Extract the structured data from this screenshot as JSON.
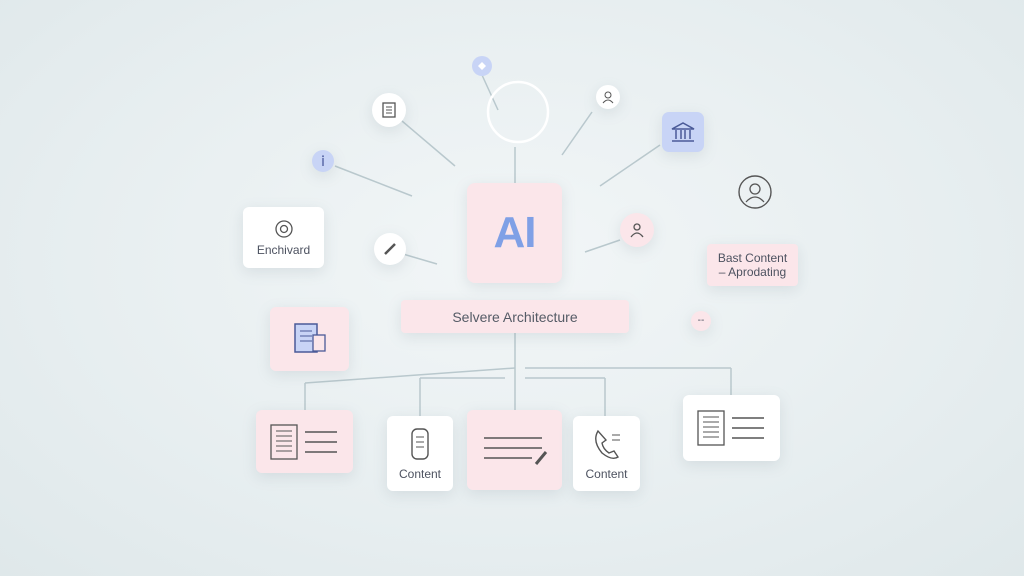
{
  "central": {
    "logo_text": "AI",
    "title": "Selvere Architecture"
  },
  "nodes": {
    "left_card": "Enchivard",
    "right_card_line1": "Bast Content",
    "right_card_line2": "– Aprodating",
    "small_dots": "--",
    "bottom_card_1": "Content",
    "bottom_card_2": "Content"
  },
  "icons": [
    "document-icon",
    "info-icon",
    "hub-circle",
    "user-icon",
    "bank-icon",
    "user-circle-icon",
    "pen-icon",
    "person-icon",
    "notebook-icon",
    "checklist-icon",
    "phone-icon",
    "list-edit-icon",
    "target-user-icon"
  ],
  "colors": {
    "accent_blue": "#7fa0e6",
    "pink": "#fbe6ea",
    "blue_tile": "#c8d4f6",
    "line": "#b8c7cc"
  }
}
